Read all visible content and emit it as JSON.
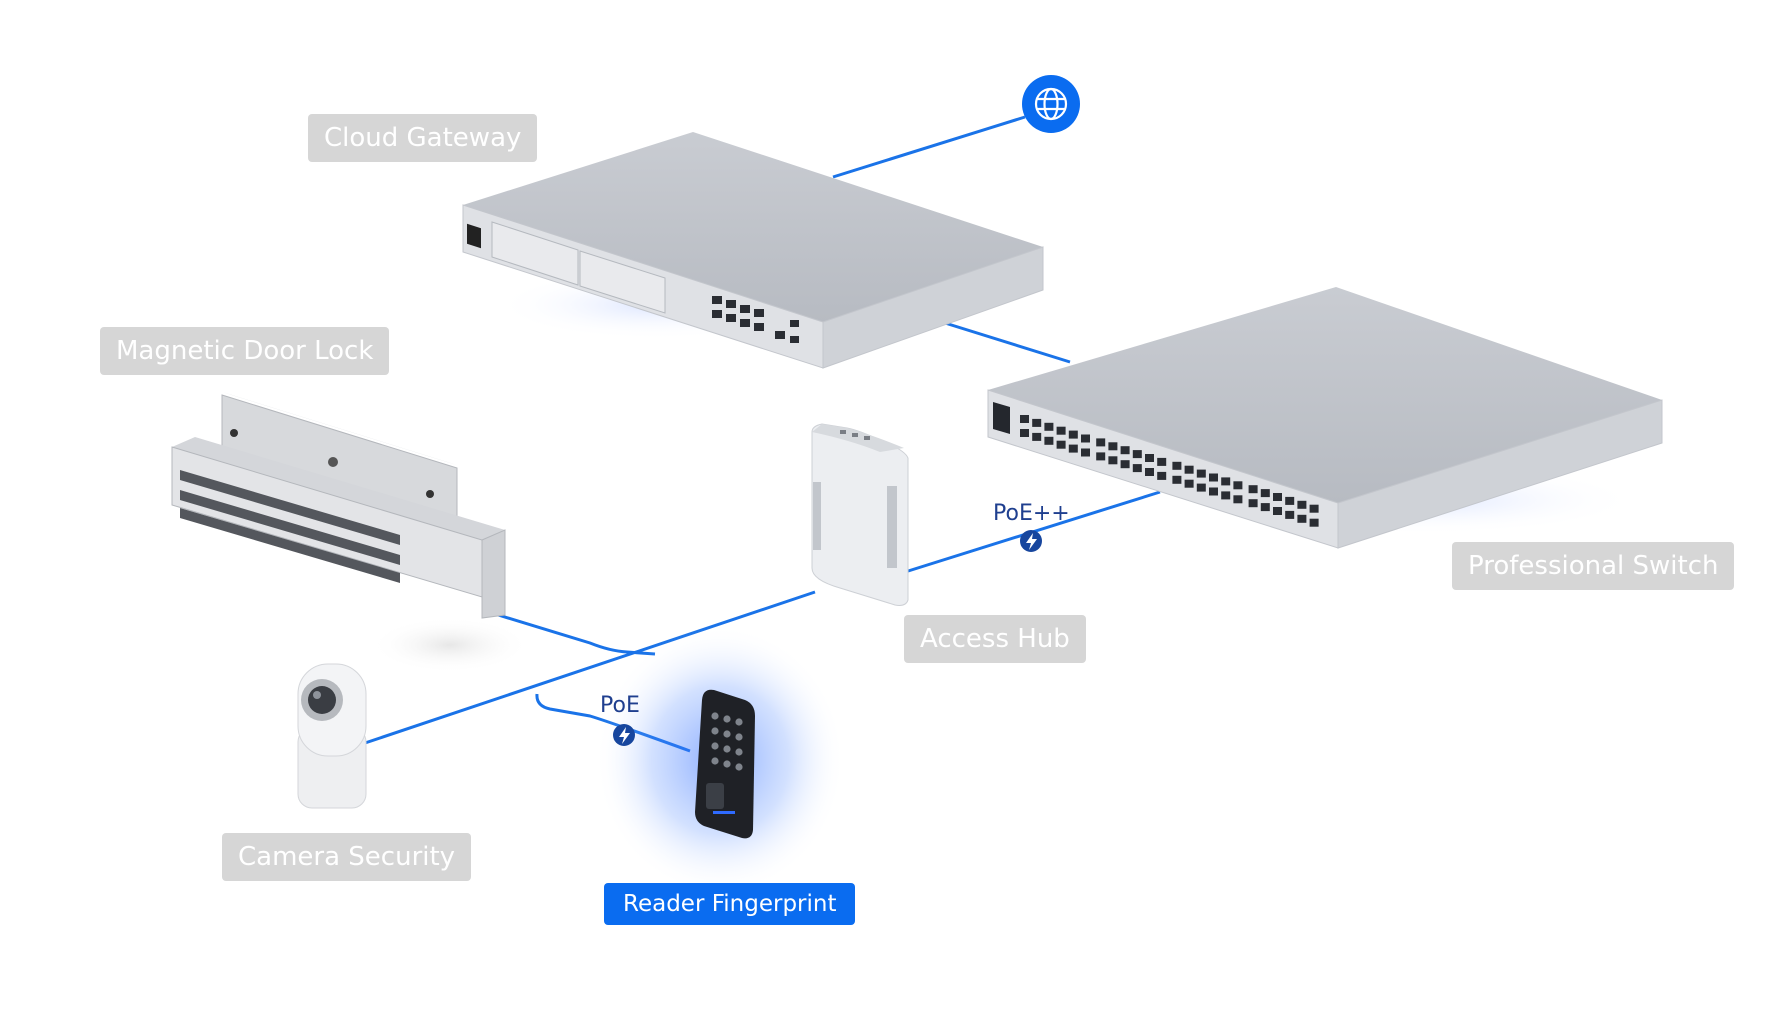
{
  "nodes": {
    "cloud_gateway": {
      "label": "Cloud Gateway"
    },
    "magnetic_door_lock": {
      "label": "Magnetic Door Lock"
    },
    "professional_switch": {
      "label": "Professional Switch"
    },
    "access_hub": {
      "label": "Access Hub"
    },
    "camera_security": {
      "label": "Camera Security"
    },
    "reader_fingerprint": {
      "label": "Reader Fingerprint"
    }
  },
  "connections": {
    "switch_to_hub": {
      "label": "PoE++"
    },
    "hub_to_reader": {
      "label": "PoE"
    }
  },
  "colors": {
    "link": "#1a73e8",
    "active": "#0a6cf0",
    "label_bg": "#d6d6d6",
    "power_badge": "#17469e"
  },
  "icons": {
    "internet": "globe-icon",
    "power": "lightning-icon"
  }
}
